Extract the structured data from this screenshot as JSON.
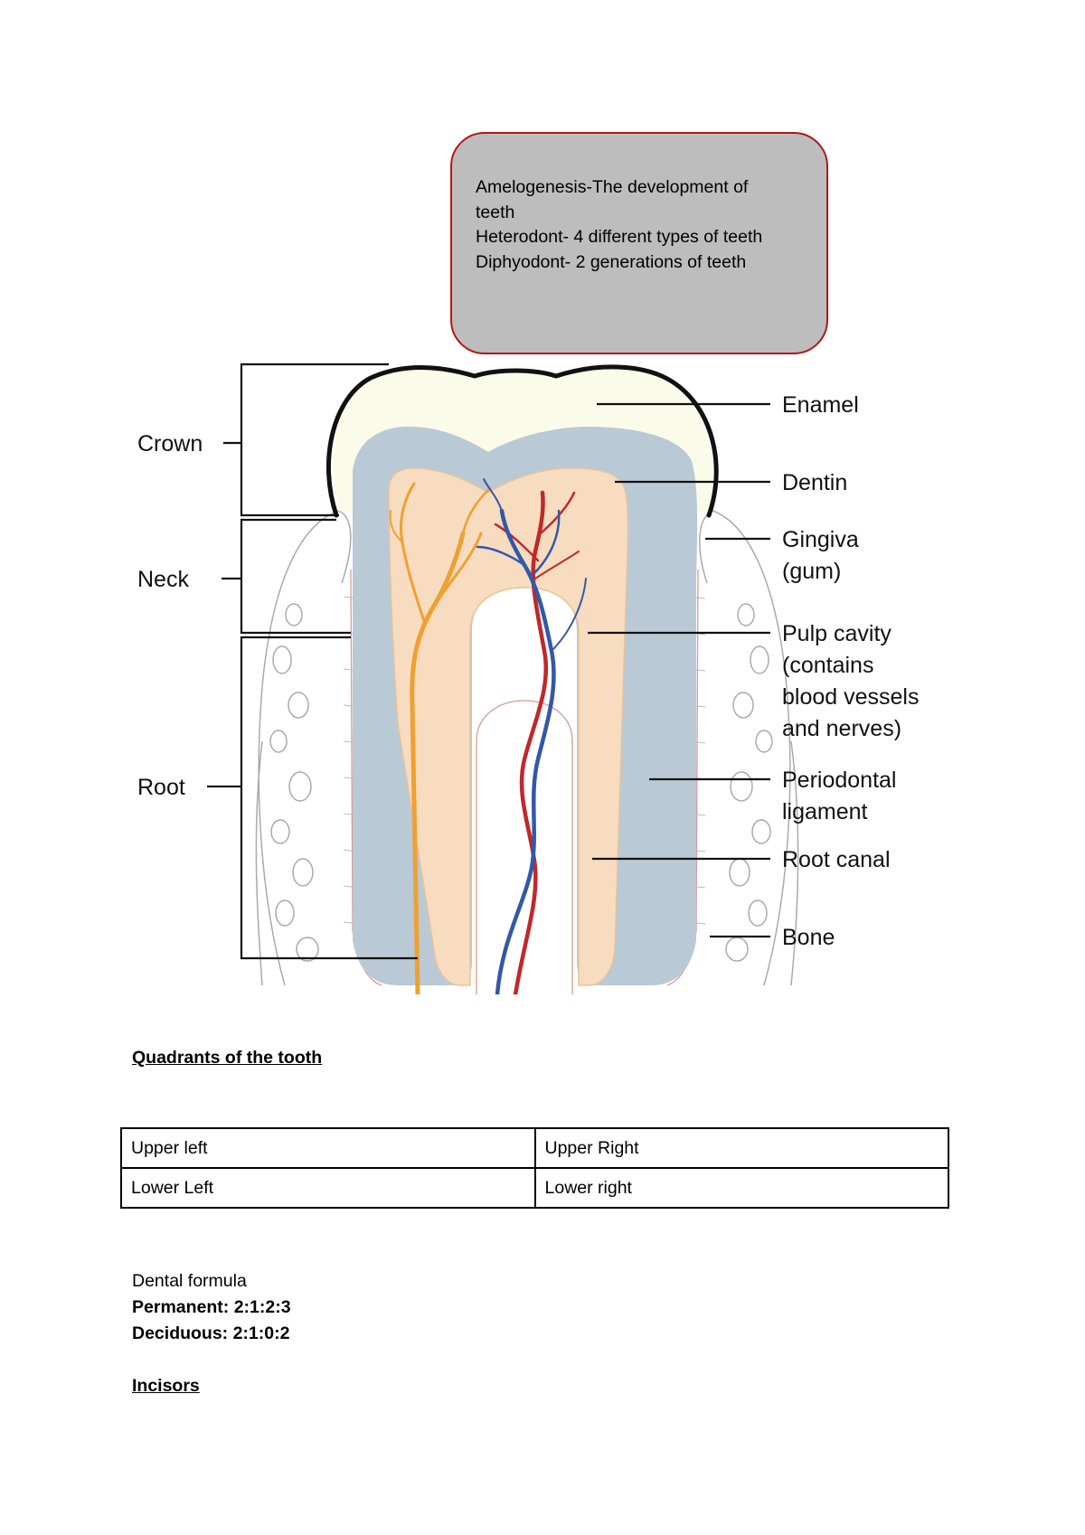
{
  "note": {
    "line1": "Amelogenesis-The development of",
    "line2": "teeth",
    "line3": "Heterodont- 4 different types of teeth",
    "line4": "Diphyodont- 2 generations of teeth"
  },
  "diagram": {
    "left_labels": {
      "crown": "Crown",
      "neck": "Neck",
      "root": "Root"
    },
    "right_labels": {
      "enamel": "Enamel",
      "dentin": "Dentin",
      "gingiva_1": "Gingiva",
      "gingiva_2": "(gum)",
      "pulp_1": "Pulp cavity",
      "pulp_2": "(contains",
      "pulp_3": "blood vessels",
      "pulp_4": "and nerves)",
      "periodontal_1": "Periodontal",
      "periodontal_2": "ligament",
      "root_canal": "Root canal",
      "bone": "Bone"
    },
    "colors": {
      "enamel": "#fbfbe9",
      "dentin": "#b9c9d6",
      "pulp": "#f8dcc0",
      "nerve": "#f0a030",
      "artery": "#c0282c",
      "vein": "#3358a8"
    }
  },
  "quadrants": {
    "heading": "Quadrants of the tooth",
    "rows": [
      [
        "Upper left",
        "Upper Right"
      ],
      [
        "Lower Left",
        "Lower right"
      ]
    ]
  },
  "formula": {
    "title": "Dental formula",
    "permanent": "Permanent: 2:1:2:3",
    "deciduous": "Deciduous: 2:1:0:2",
    "incisors": "Incisors"
  }
}
